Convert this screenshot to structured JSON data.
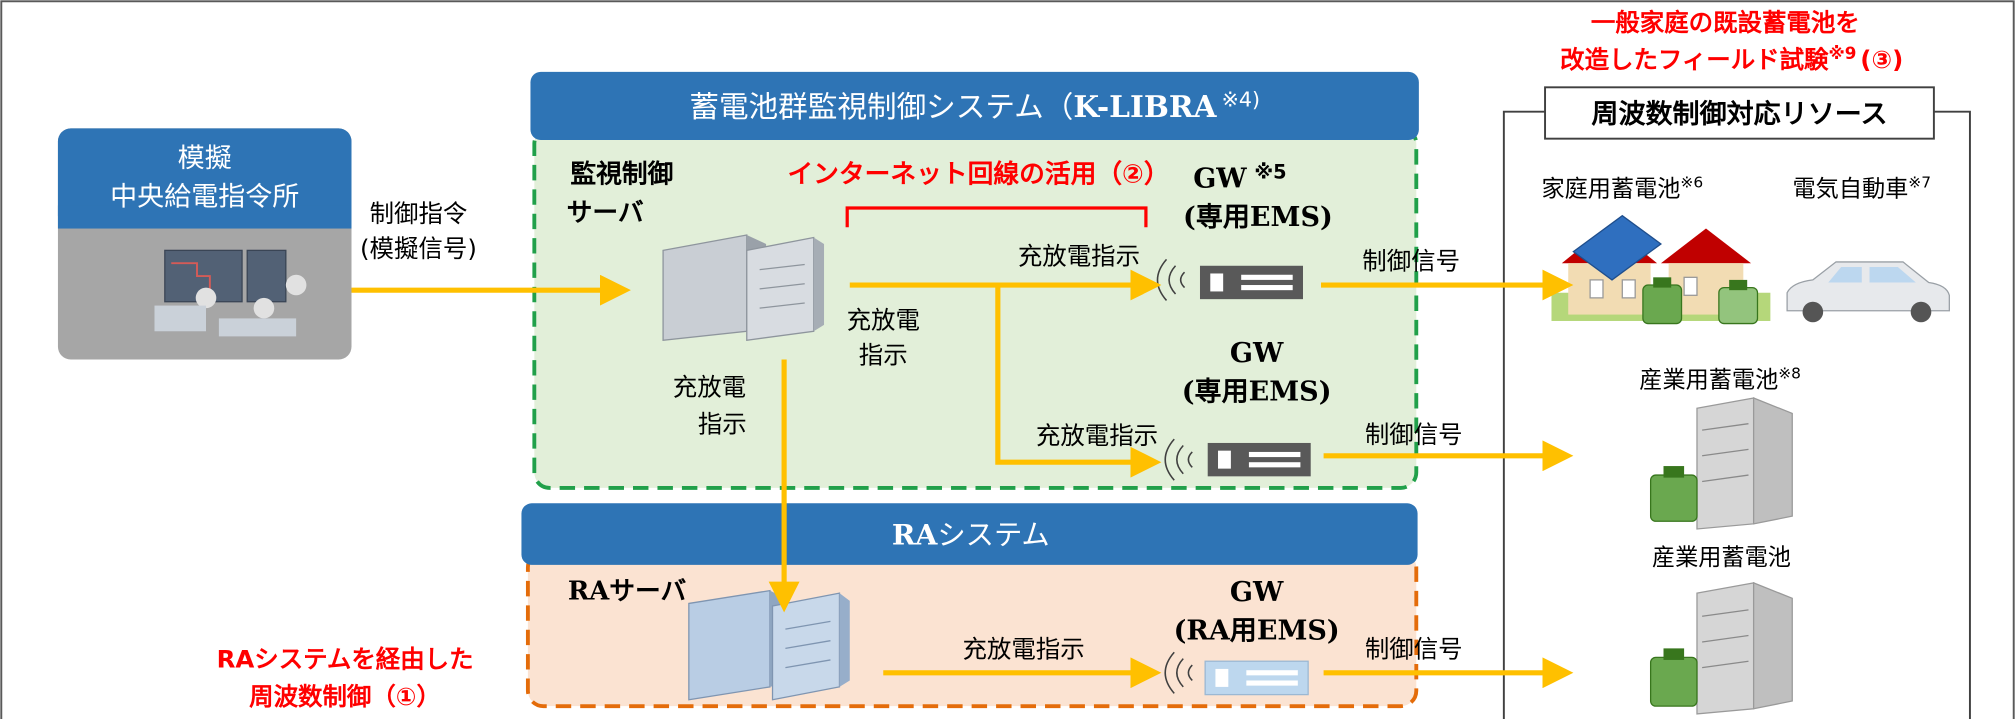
{
  "dispatch_center": {
    "title_line1": "模擬",
    "title_line2": "中央給電指令所"
  },
  "control_command": {
    "line1": "制御指令",
    "line2": "(模擬信号)"
  },
  "k_libra": {
    "title": "蓄電池群監視制御システム（",
    "title_code": "K-LIBRA",
    "title_note": "※4)",
    "server_line1": "監視制御",
    "server_line2": "サーバ",
    "internet_label": "インターネット回線の活用（②）",
    "server_right_line1": "充放電",
    "server_right_line2": "指示",
    "server_down_line1": "充放電",
    "server_down_line2": "指示",
    "gw1_line1": "GW",
    "gw1_note": "※5",
    "gw1_line2": "(専用EMS)",
    "gw1_instruction": "充放電指示",
    "gw1_signal": "制御信号",
    "gw2_line1": "GW",
    "gw2_line2": "(専用EMS)",
    "gw2_instruction": "充放電指示",
    "gw2_signal": "制御信号"
  },
  "ra_system": {
    "title_code": "RA",
    "title_rest": "システム",
    "server_code": "RA",
    "server_rest": "サーバ",
    "gw_line1": "GW",
    "gw_line2": "(RA用EMS)",
    "instruction": "充放電指示",
    "signal": "制御信号",
    "red_note_line1": "RAシステムを経由した",
    "red_note_line2": "周波数制御（①）"
  },
  "resources": {
    "field_test_line1": "一般家庭の既設蓄電池を",
    "field_test_line2": "改造したフィールド試験",
    "field_test_note": "※9",
    "field_test_num": "(③)",
    "title": "周波数制御対応リソース",
    "home_battery": "家庭用蓄電池",
    "home_battery_note": "※6",
    "ev": "電気自動車",
    "ev_note": "※7",
    "industrial_battery1": "産業用蓄電池",
    "industrial_battery1_note": "※8",
    "industrial_battery2": "産業用蓄電池"
  },
  "colors": {
    "blue_header": "#2e74b5",
    "green_fill": "#e2efd9",
    "green_border": "#21a04a",
    "orange_fill": "#fbe3d2",
    "orange_border": "#e46c0a",
    "arrow": "#ffc000",
    "red_text": "#ff0000",
    "dispatch_body": "#a6a6a6"
  }
}
